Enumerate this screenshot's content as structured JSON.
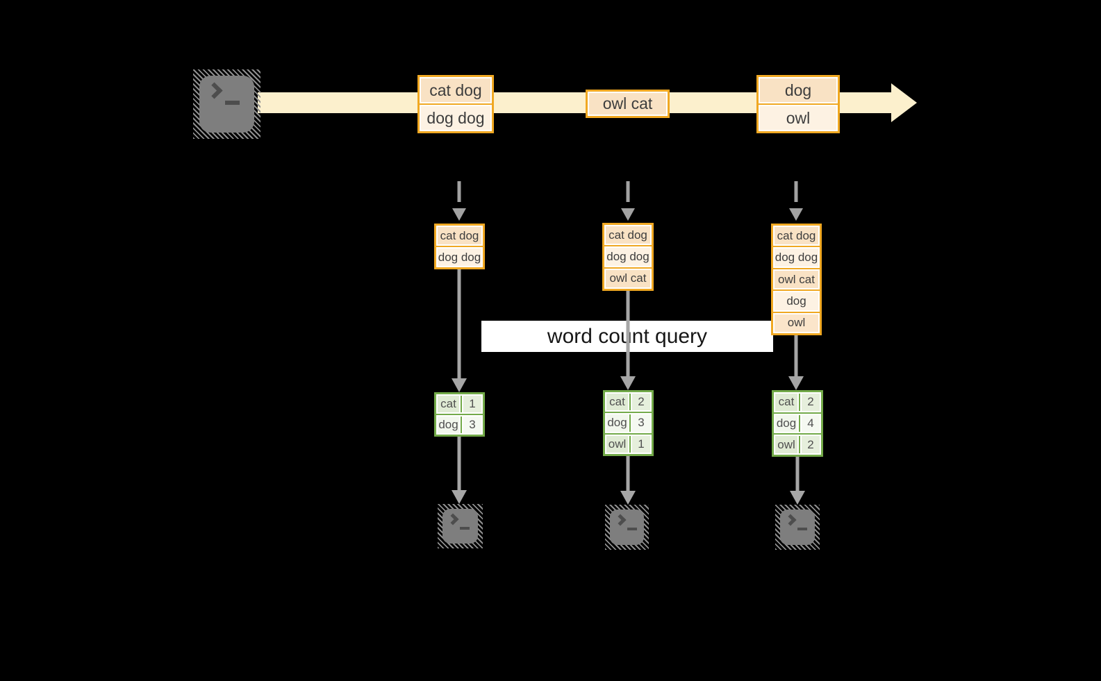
{
  "query_label": "word count query",
  "stream": {
    "records": [
      {
        "lines": [
          "cat dog",
          "dog dog"
        ]
      },
      {
        "lines": [
          "owl cat"
        ]
      },
      {
        "lines": [
          "dog",
          "owl"
        ]
      }
    ]
  },
  "checkpoints": [
    {
      "buffer": [
        "cat dog",
        "dog dog"
      ],
      "counts": [
        {
          "word": "cat",
          "count": 1
        },
        {
          "word": "dog",
          "count": 3
        }
      ]
    },
    {
      "buffer": [
        "cat dog",
        "dog dog",
        "owl cat"
      ],
      "counts": [
        {
          "word": "cat",
          "count": 2
        },
        {
          "word": "dog",
          "count": 3
        },
        {
          "word": "owl",
          "count": 1
        }
      ]
    },
    {
      "buffer": [
        "cat dog",
        "dog dog",
        "owl cat",
        "dog",
        "owl"
      ],
      "counts": [
        {
          "word": "cat",
          "count": 2
        },
        {
          "word": "dog",
          "count": 4
        },
        {
          "word": "owl",
          "count": 2
        }
      ]
    }
  ],
  "icons": {
    "source": "terminal-icon",
    "outputs": [
      "terminal-icon",
      "terminal-icon",
      "terminal-icon"
    ]
  },
  "colors": {
    "background": "#000000",
    "stream_band": "#fcf0cd",
    "record_border": "#f0a822",
    "record_fill_dark": "#f9e2c4",
    "record_fill_light": "#fdf2e3",
    "table_border": "#73aa49",
    "table_fill_dark": "#e0ebd4",
    "table_fill_light": "#f2f7ed",
    "arrow_gray": "#a6a6a6",
    "terminal_gray": "#7e7e7e",
    "query_label_bg": "#ffffff"
  }
}
